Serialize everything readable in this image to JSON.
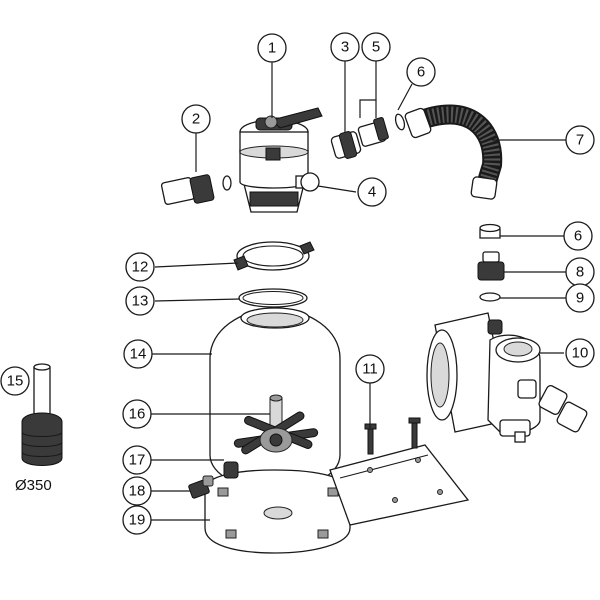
{
  "callouts": [
    {
      "id": "1",
      "label": "1"
    },
    {
      "id": "2",
      "label": "2"
    },
    {
      "id": "3",
      "label": "3"
    },
    {
      "id": "4",
      "label": "4"
    },
    {
      "id": "5",
      "label": "5"
    },
    {
      "id": "6a",
      "label": "6"
    },
    {
      "id": "6b",
      "label": "6"
    },
    {
      "id": "7",
      "label": "7"
    },
    {
      "id": "8",
      "label": "8"
    },
    {
      "id": "9",
      "label": "9"
    },
    {
      "id": "10",
      "label": "10"
    },
    {
      "id": "11",
      "label": "11"
    },
    {
      "id": "12",
      "label": "12"
    },
    {
      "id": "13",
      "label": "13"
    },
    {
      "id": "14",
      "label": "14"
    },
    {
      "id": "15",
      "label": "15"
    },
    {
      "id": "16",
      "label": "16"
    },
    {
      "id": "17",
      "label": "17"
    },
    {
      "id": "18",
      "label": "18"
    },
    {
      "id": "19",
      "label": "19"
    }
  ],
  "size_label": "Ø350"
}
